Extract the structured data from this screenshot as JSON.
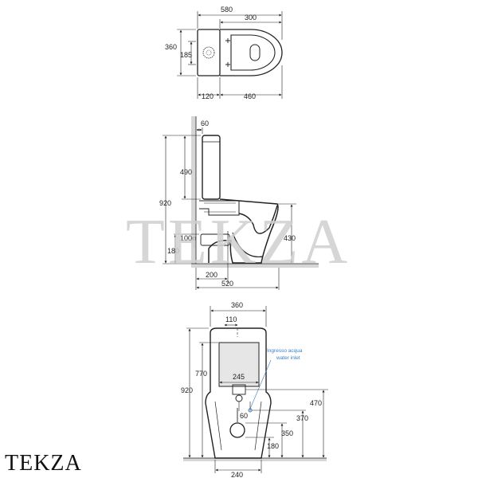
{
  "watermark": "TEKZA",
  "brand_label": "TEKZA",
  "top_view": {
    "overall_width": "580",
    "bowl_width": "300",
    "depth": "360",
    "tank_height": "185",
    "tank_depth": "120",
    "bowl_depth": "460"
  },
  "side_view": {
    "wall_gap": "60",
    "tank_height": "490",
    "total_height": "920",
    "outlet_diameter": "100ø",
    "outlet_height": "180",
    "rim_height": "430",
    "outlet_offset": "200",
    "total_length": "520"
  },
  "front_view": {
    "tank_width": "360",
    "inlet_offset": "110",
    "total_height": "920",
    "tank_top_height": "770",
    "cistern_width": "245",
    "inlet_note_it": "Ingresso acqua",
    "inlet_note_en": "water inlet",
    "inlet_size": "60",
    "dim_470": "470",
    "dim_370": "370",
    "dim_350": "350",
    "dim_180": "180",
    "base_width": "240"
  }
}
